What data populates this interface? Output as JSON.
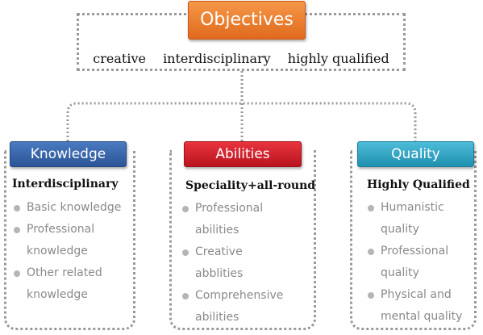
{
  "objectives": {
    "title": "Objectives",
    "keywords": [
      "creative",
      "interdisciplinary",
      "highly qualified"
    ]
  },
  "columns": [
    {
      "title": "Knowledge",
      "color": "#2f5fa4",
      "heading": "Interdisciplinary",
      "items": [
        "Basic knowledge",
        "Professional knowledge",
        "Other related knowledge"
      ]
    },
    {
      "title": "Abilities",
      "color": "#d0202b",
      "heading": "Speciality+all-round",
      "items": [
        "Professional abilities",
        "Creative abblities",
        "Comprehensive abilities"
      ]
    },
    {
      "title": "Quality",
      "color": "#2aa3c2",
      "heading": "Highly Qualified",
      "items": [
        "Humanistic quality",
        "Professional quality",
        "Physical and mental quality"
      ]
    }
  ],
  "colors": {
    "objectives": "#f08135",
    "connector": "#9a9a9a"
  }
}
